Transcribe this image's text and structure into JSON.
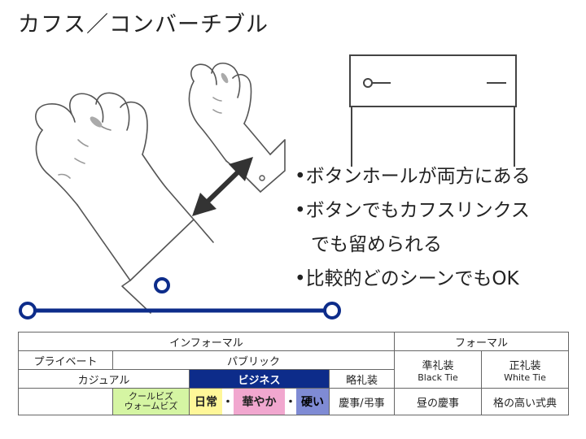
{
  "title": "カフス／コンバーチブル",
  "bullets": [
    {
      "marker": "•",
      "text": "ボタンホールが両方にある"
    },
    {
      "marker": "•",
      "text": "ボタンでもカフスリンクス",
      "cont": "でも留められる"
    },
    {
      "marker": "•",
      "text": "比較的どのシーンでもOK"
    }
  ],
  "table": {
    "informal": "インフォーマル",
    "formal": "フォーマル",
    "private": "プライベート",
    "public": "パブリック",
    "casual": "カジュアル",
    "business": "ビジネス",
    "semi_business": "略礼装",
    "semi_formal": {
      "name": "準礼装",
      "en": "Black Tie"
    },
    "full_formal": {
      "name": "正礼装",
      "en": "White Tie"
    },
    "coolbiz": "クールビズ",
    "warmbiz": "ウォームビズ",
    "daily": "日常",
    "gorgeous": "華やか",
    "hard": "硬い",
    "dot": "・",
    "ceremony": "慶事/弔事",
    "daytime": "昼の慶事",
    "highest": "格の高い式典"
  },
  "colors": {
    "scale_line": "#0d2c8a",
    "business_bg": "#0d2c8a",
    "cool_bg": "#d5f5a3",
    "daily_bg": "#fff799",
    "gorgeous_bg": "#f1a7cf",
    "hard_bg": "#7f8bd4"
  }
}
